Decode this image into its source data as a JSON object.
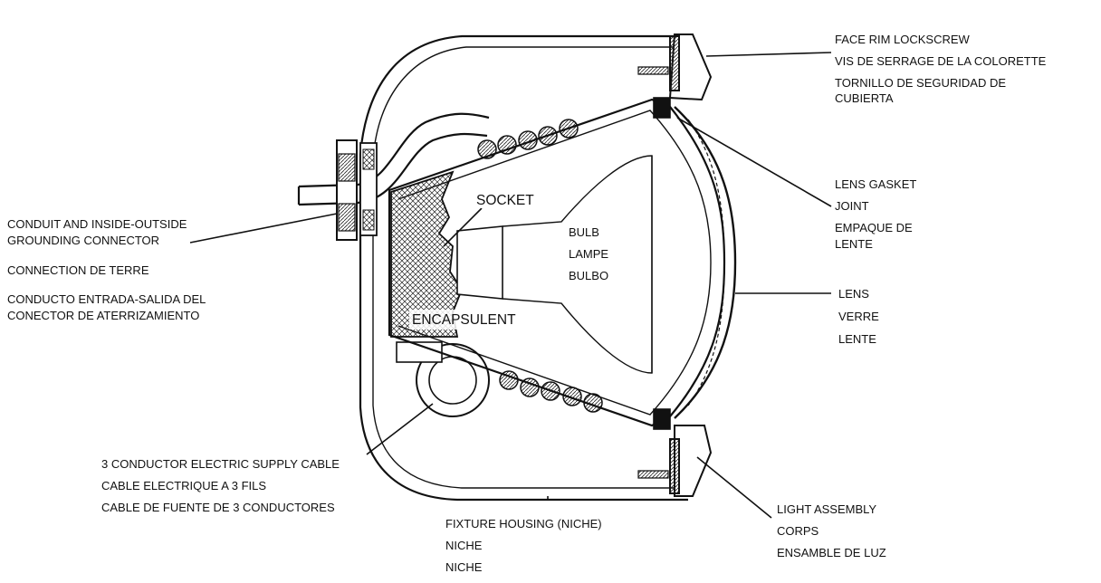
{
  "labels": {
    "face_rim_lockscrew": [
      "FACE RIM LOCKSCREW",
      "VIS DE SERRAGE DE LA COLORETTE",
      "TORNILLO DE SEGURIDAD DE",
      "CUBIERTA"
    ],
    "lens_gasket": [
      "LENS GASKET",
      "JOINT",
      "EMPAQUE DE",
      "LENTE"
    ],
    "lens": [
      "LENS",
      "VERRE",
      "LENTE"
    ],
    "light_assembly": [
      "LIGHT ASSEMBLY",
      "CORPS",
      "ENSAMBLE DE LUZ"
    ],
    "fixture_housing": [
      "FIXTURE HOUSING (NICHE)",
      "NICHE",
      "NICHE"
    ],
    "supply_cable": [
      "3 CONDUCTOR ELECTRIC SUPPLY CABLE",
      "CABLE ELECTRIQUE A 3 FILS",
      "CABLE DE FUENTE DE 3 CONDUCTORES"
    ],
    "conduit": [
      "CONDUIT AND INSIDE-OUTSIDE",
      "GROUNDING CONNECTOR",
      "CONNECTION DE TERRE",
      "CONDUCTO ENTRADA-SALIDA DEL",
      "CONECTOR DE ATERRIZAMIENTO"
    ],
    "socket": "SOCKET",
    "encapsulent": "ENCAPSULENT",
    "bulb": [
      "BULB",
      "LAMPE",
      "BULBO"
    ]
  }
}
